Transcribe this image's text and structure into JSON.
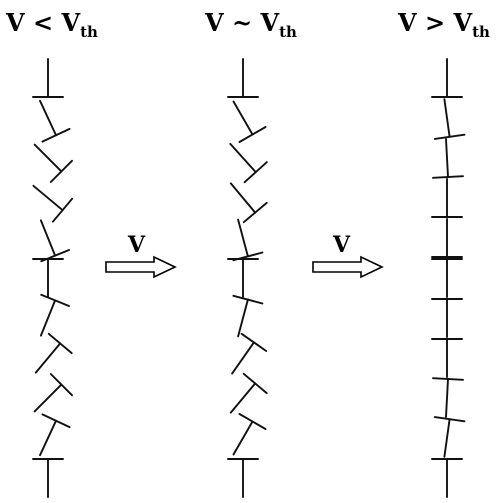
{
  "headers": [
    {
      "main": "V < V",
      "sub": "th"
    },
    {
      "main": "V ~ V",
      "sub": "th"
    },
    {
      "main": "V > V",
      "sub": "th"
    }
  ],
  "arrows": [
    {
      "label": "V"
    },
    {
      "label": "V"
    }
  ],
  "columns": [
    {
      "angles_deg": [
        0,
        -25,
        -45,
        -50,
        -22,
        0,
        22,
        40,
        45,
        25,
        0
      ]
    },
    {
      "angles_deg": [
        0,
        -30,
        -42,
        -40,
        -15,
        0,
        15,
        35,
        40,
        30,
        0
      ]
    },
    {
      "angles_deg": [
        0,
        -8,
        -3,
        0,
        0,
        0,
        0,
        0,
        3,
        8,
        0
      ]
    }
  ]
}
